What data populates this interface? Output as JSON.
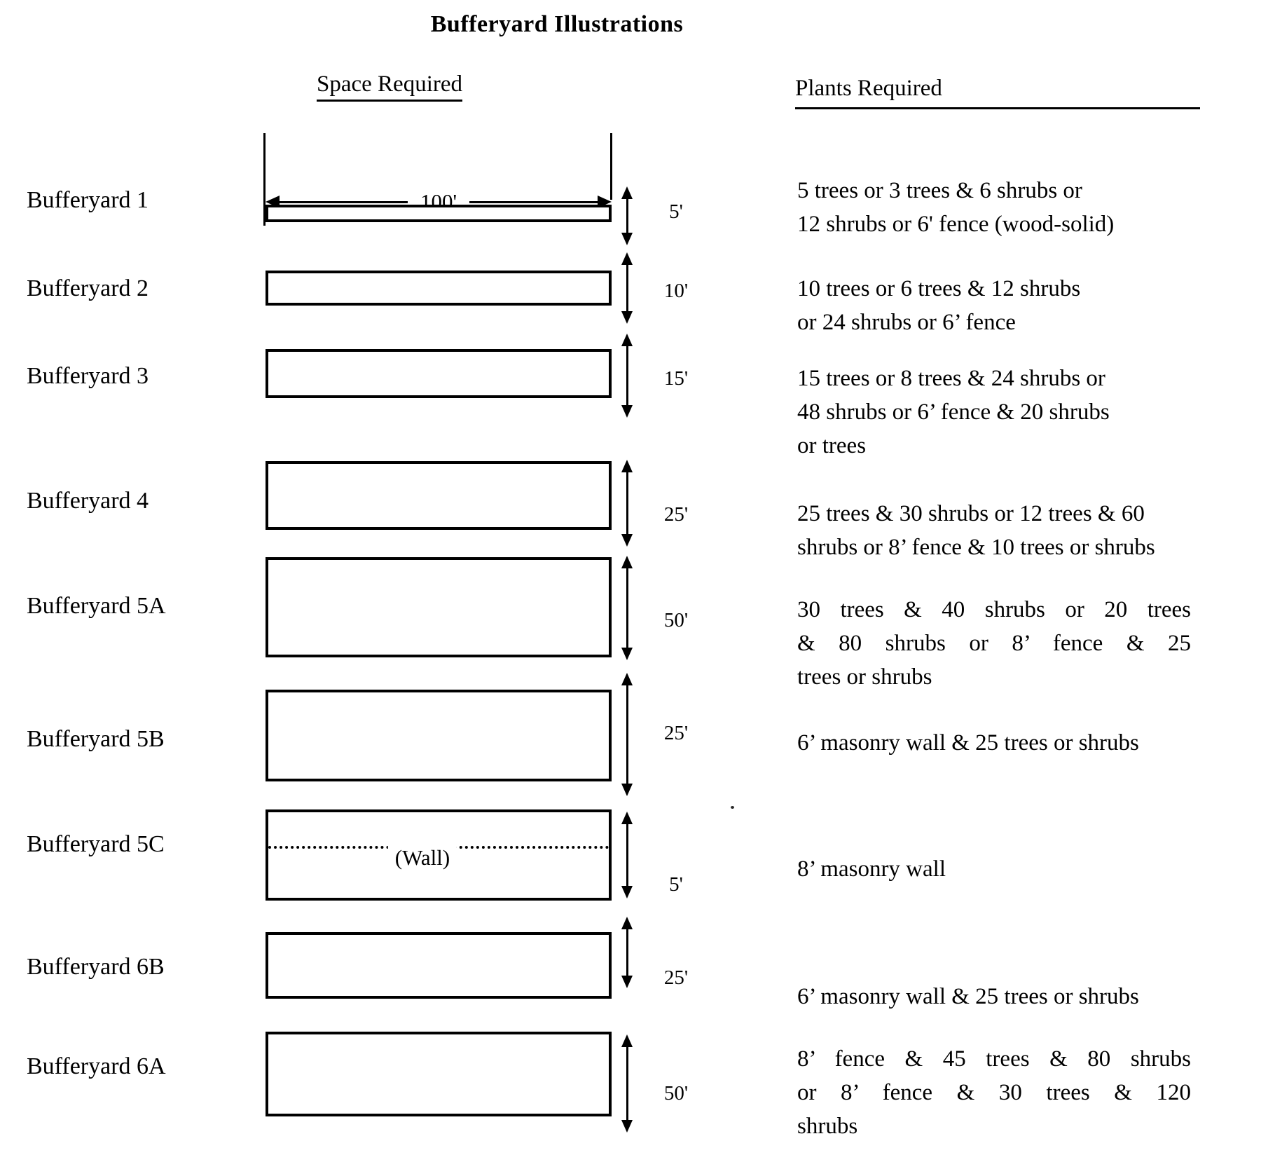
{
  "title": "Bufferyard Illustrations",
  "headers": {
    "space": "Space Required",
    "plants": "Plants Required"
  },
  "dimension_label": "100'",
  "colors": {
    "ink": "#000000",
    "paper": "#ffffff"
  },
  "rows": [
    {
      "label": "Bufferyard 1",
      "depth": "5'",
      "plants": [
        "5 trees or 3 trees & 6 shrubs or",
        "12 shrubs or 6' fence (wood-solid)"
      ]
    },
    {
      "label": "Bufferyard 2",
      "depth": "10'",
      "plants": [
        "10 trees or 6 trees & 12 shrubs",
        "or 24 shrubs or 6’ fence"
      ]
    },
    {
      "label": "Bufferyard 3",
      "depth": "15'",
      "plants": [
        "15 trees or 8 trees & 24 shrubs or",
        "48 shrubs or 6’ fence & 20 shrubs",
        "or trees"
      ]
    },
    {
      "label": "Bufferyard 4",
      "depth": "25'",
      "plants": [
        "25 trees & 30 shrubs or 12 trees & 60",
        "shrubs or 8’ fence & 10 trees or shrubs"
      ]
    },
    {
      "label": "Bufferyard 5A",
      "depth": "50'",
      "plants": [
        "30 trees & 40 shrubs or 20 trees",
        "& 80 shrubs or 8’ fence & 25",
        "trees or shrubs"
      ]
    },
    {
      "label": "Bufferyard 5B",
      "depth": "25'",
      "plants": [
        "6’ masonry wall & 25 trees or shrubs"
      ]
    },
    {
      "label": "Bufferyard 5C",
      "depth": "5'",
      "wall_note": "(Wall)",
      "plants": [
        "8’ masonry wall"
      ]
    },
    {
      "label": "Bufferyard 6B",
      "depth": "25'",
      "plants": [
        "6’ masonry wall & 25 trees or shrubs"
      ]
    },
    {
      "label": "Bufferyard 6A",
      "depth": "50'",
      "plants": [
        "8’ fence & 45 trees & 80 shrubs",
        "or 8’ fence & 30 trees & 120",
        "shrubs"
      ]
    }
  ]
}
